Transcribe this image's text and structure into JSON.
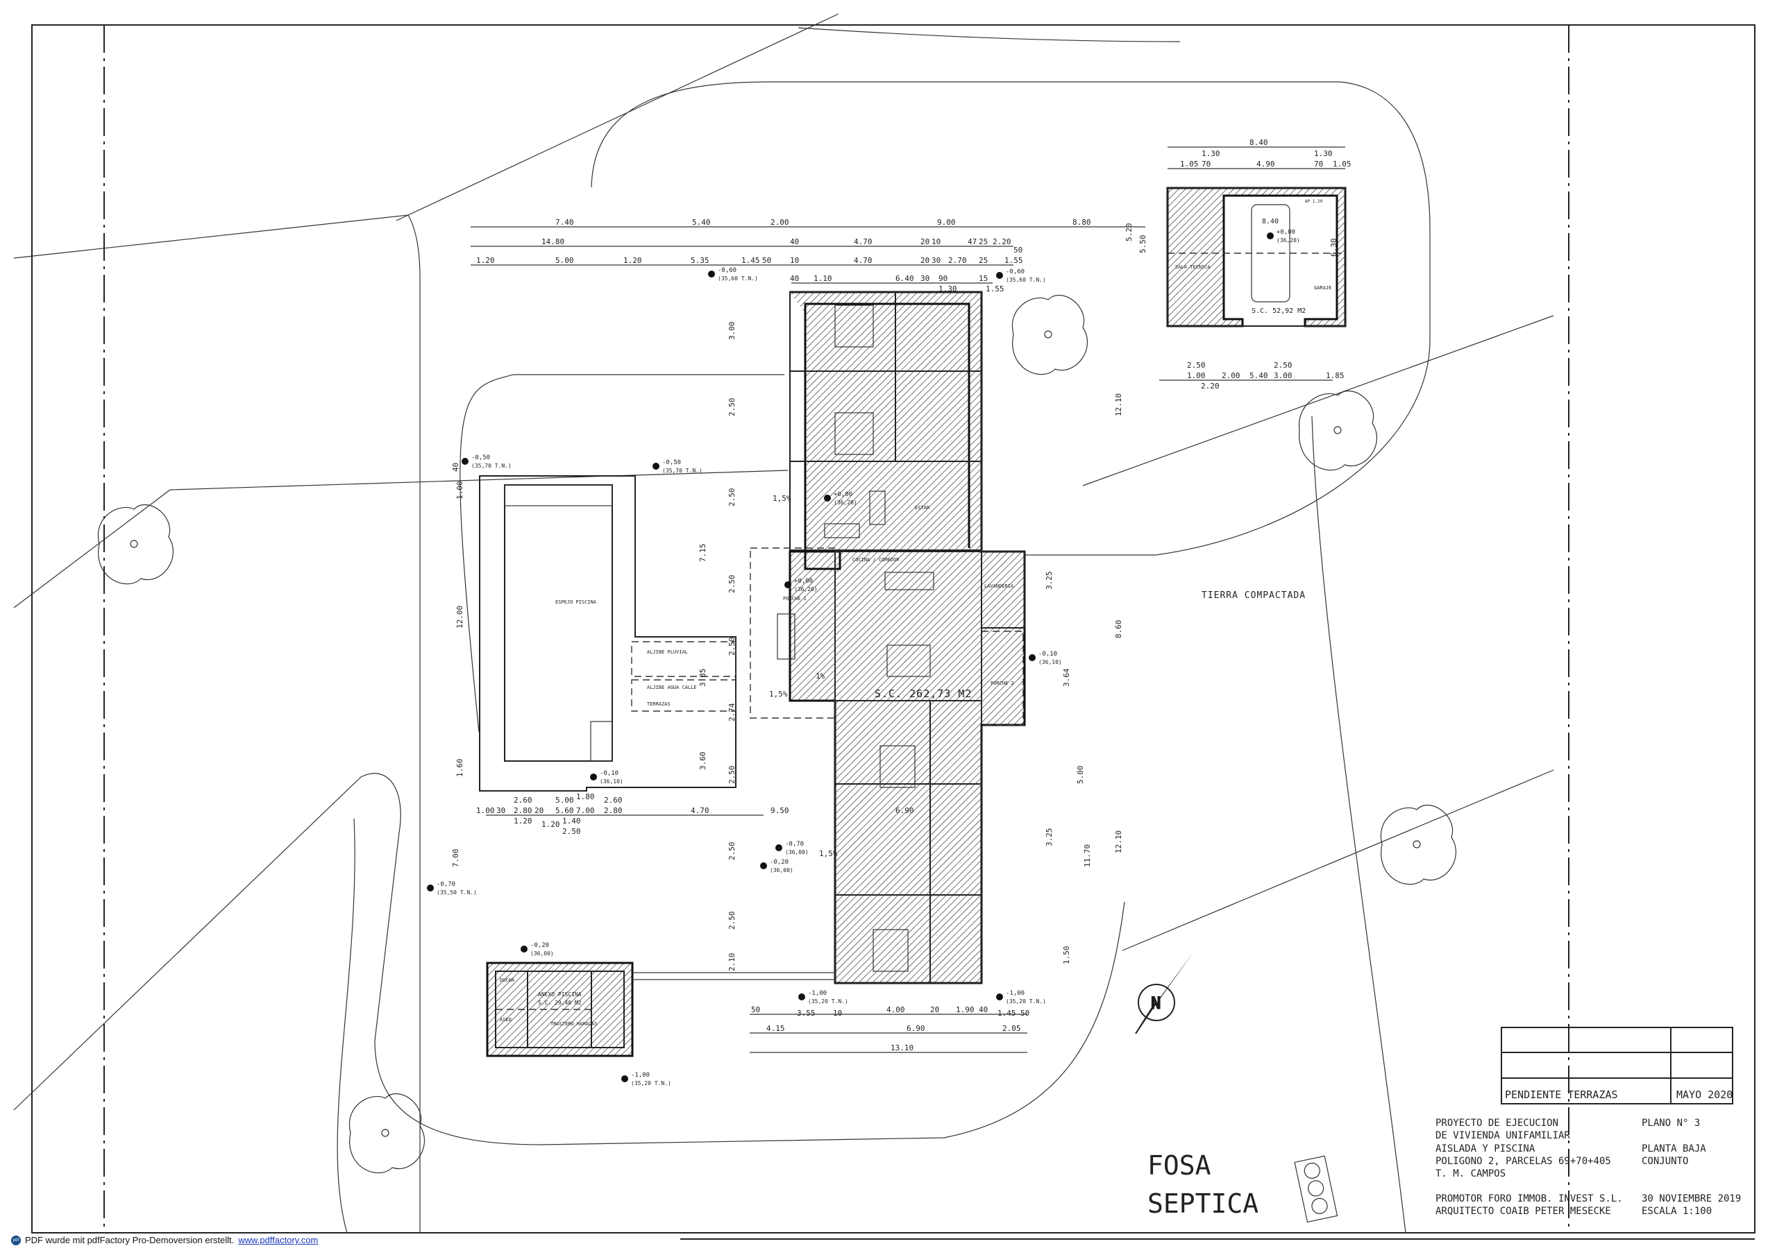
{
  "labels": {
    "tierra": "TIERRA COMPACTADA",
    "sc_house": "S.C. 262,73 M2",
    "sc_garage": "S.C. 52,92 M2",
    "garage_width": "8.40",
    "anexo": "ANEXO PISCINA",
    "sc_anexo": "S.C. 29,40 M2",
    "fosa_1": "FOSA",
    "fosa_2": "SEPTICA",
    "slope_a": "1,5%",
    "slope_b": "1%",
    "slope_c": "1,5%",
    "slope_d": "1,5%",
    "ap": "AP 1.20"
  },
  "rooms": {
    "estar": "ESTAR",
    "cocina": "COCINA / COMEDOR",
    "lavanderia": "LAVANDERIA",
    "porche1": "PORCHE 1",
    "porche2": "PORCHE 2",
    "espejo": "ESPEJO PISCINA",
    "aljibe_pluvial": "ALJIBE PLUVIAL",
    "aljibe_calle": "ALJIBE AGUA CALLE",
    "terrazas": "TERRAZAS",
    "sala_tecnica": "SALA TECNICA",
    "garaje": "GARAJE",
    "trastero": "TRASTERO HAMACAS",
    "aseo": "ASEO",
    "ducha": "DUCHA"
  },
  "levels": [
    {
      "v": "-0,60",
      "r": "(35,60 T.N.)"
    },
    {
      "v": "-0,60",
      "r": "(35,60 T.N.)"
    },
    {
      "v": "-0,50",
      "r": "(35,70 T.N.)"
    },
    {
      "v": "-0,50",
      "r": "(35,70 T.N.)"
    },
    {
      "v": "+0,00",
      "r": "(36,20)"
    },
    {
      "v": "+0,00",
      "r": "(36,20)"
    },
    {
      "v": "+0,00",
      "r": "(36,20)"
    },
    {
      "v": "-0,10",
      "r": "(36,10)"
    },
    {
      "v": "-0,10",
      "r": "(36,10)"
    },
    {
      "v": "-0,20",
      "r": "(36,00)"
    },
    {
      "v": "-0,20",
      "r": "(36,00)"
    },
    {
      "v": "-0,70",
      "r": "(36,00)"
    },
    {
      "v": "-0,70",
      "r": "(35,50 T.N.)"
    },
    {
      "v": "-1,00",
      "r": "(35,20 T.N.)"
    },
    {
      "v": "-1,00",
      "r": "(35,20 T.N.)"
    },
    {
      "v": "-1,00",
      "r": "(35,20 T.N.)"
    }
  ],
  "dims": {
    "top_row1": [
      "7.40",
      "5.40",
      "2.00",
      "9.00",
      "8.80"
    ],
    "top_row2": [
      "14.80",
      "40",
      "4.70",
      "20",
      "10",
      "47",
      "25",
      "2.20"
    ],
    "top_row3": [
      "1.20",
      "5.00",
      "1.20",
      "5.35",
      "50",
      "1.45",
      "10",
      "4.70",
      "20",
      "30",
      "2.70",
      "25",
      "1.55",
      "50"
    ],
    "top_row4": [
      "1.10",
      "40",
      "6.40",
      "30",
      "90",
      "1.30",
      "1.55",
      "15"
    ],
    "garage_row1": [
      "8.40"
    ],
    "garage_row2": [
      "1.05",
      "70",
      "1.30",
      "4.90",
      "70",
      "1.30",
      "1.05"
    ],
    "garage_side": [
      "5.20",
      "5.50",
      "6.30"
    ],
    "bottom_row1": [
      "50",
      "3.55",
      "10",
      "4.00",
      "20",
      "1.90",
      "40",
      "1.45",
      "50"
    ],
    "bottom_row2": [
      "4.15",
      "6.90",
      "2.05"
    ],
    "bottom_row3": [
      "13.10"
    ],
    "pool_left": [
      "40",
      "1.00",
      "12.00",
      "1.60",
      "7.00"
    ],
    "pool_right": [
      "7.15",
      "3.85",
      "3.60"
    ],
    "house_left": [
      "3.00",
      "2.50",
      "2.50",
      "2.50",
      "2.50",
      "2.74",
      "2.50",
      "2.50",
      "2.50",
      "2.10"
    ],
    "house_right": [
      "3.25",
      "3.64",
      "3.25",
      "5.00",
      "1.50",
      "11.70",
      "12.10",
      "8.60",
      "12.10"
    ],
    "left_rows": [
      "5.60",
      "4.70",
      "5.00",
      "1.00",
      "2.80",
      "1.40",
      "2.80",
      "7.00",
      "9.50",
      "6.90",
      "2.60",
      "1.80",
      "2.60",
      "2.50",
      "30",
      "1.20",
      "20",
      "1.20"
    ],
    "garden_rows": [
      "1.00",
      "2.00",
      "3.00",
      "1.85",
      "2.50",
      "2.50",
      "2.20",
      "5.40"
    ]
  },
  "title_block": {
    "revision": "PENDIENTE TERRAZAS",
    "revision_date": "MAYO 2020",
    "project_lines": [
      "PROYECTO DE EJECUCION",
      "DE VIVIENDA UNIFAMILIAR",
      "AISLADA Y PISCINA",
      "POLIGONO 2, PARCELAS 69+70+405",
      "T. M. CAMPOS"
    ],
    "promotor": "PROMOTOR FORO IMMOB. INVEST S.L.",
    "arquitecto": "ARQUITECTO COAIB PETER MESECKE",
    "plano": "PLANO N° 3",
    "sheet_1": "PLANTA BAJA",
    "sheet_2": "CONJUNTO",
    "date": "30 NOVIEMBRE 2019",
    "scale": "ESCALA 1:100"
  },
  "footer": {
    "text": "PDF wurde mit pdfFactory Pro-Demoversion erstellt.",
    "link": "www.pdffactory.com",
    "icon": "pdf-icon"
  }
}
